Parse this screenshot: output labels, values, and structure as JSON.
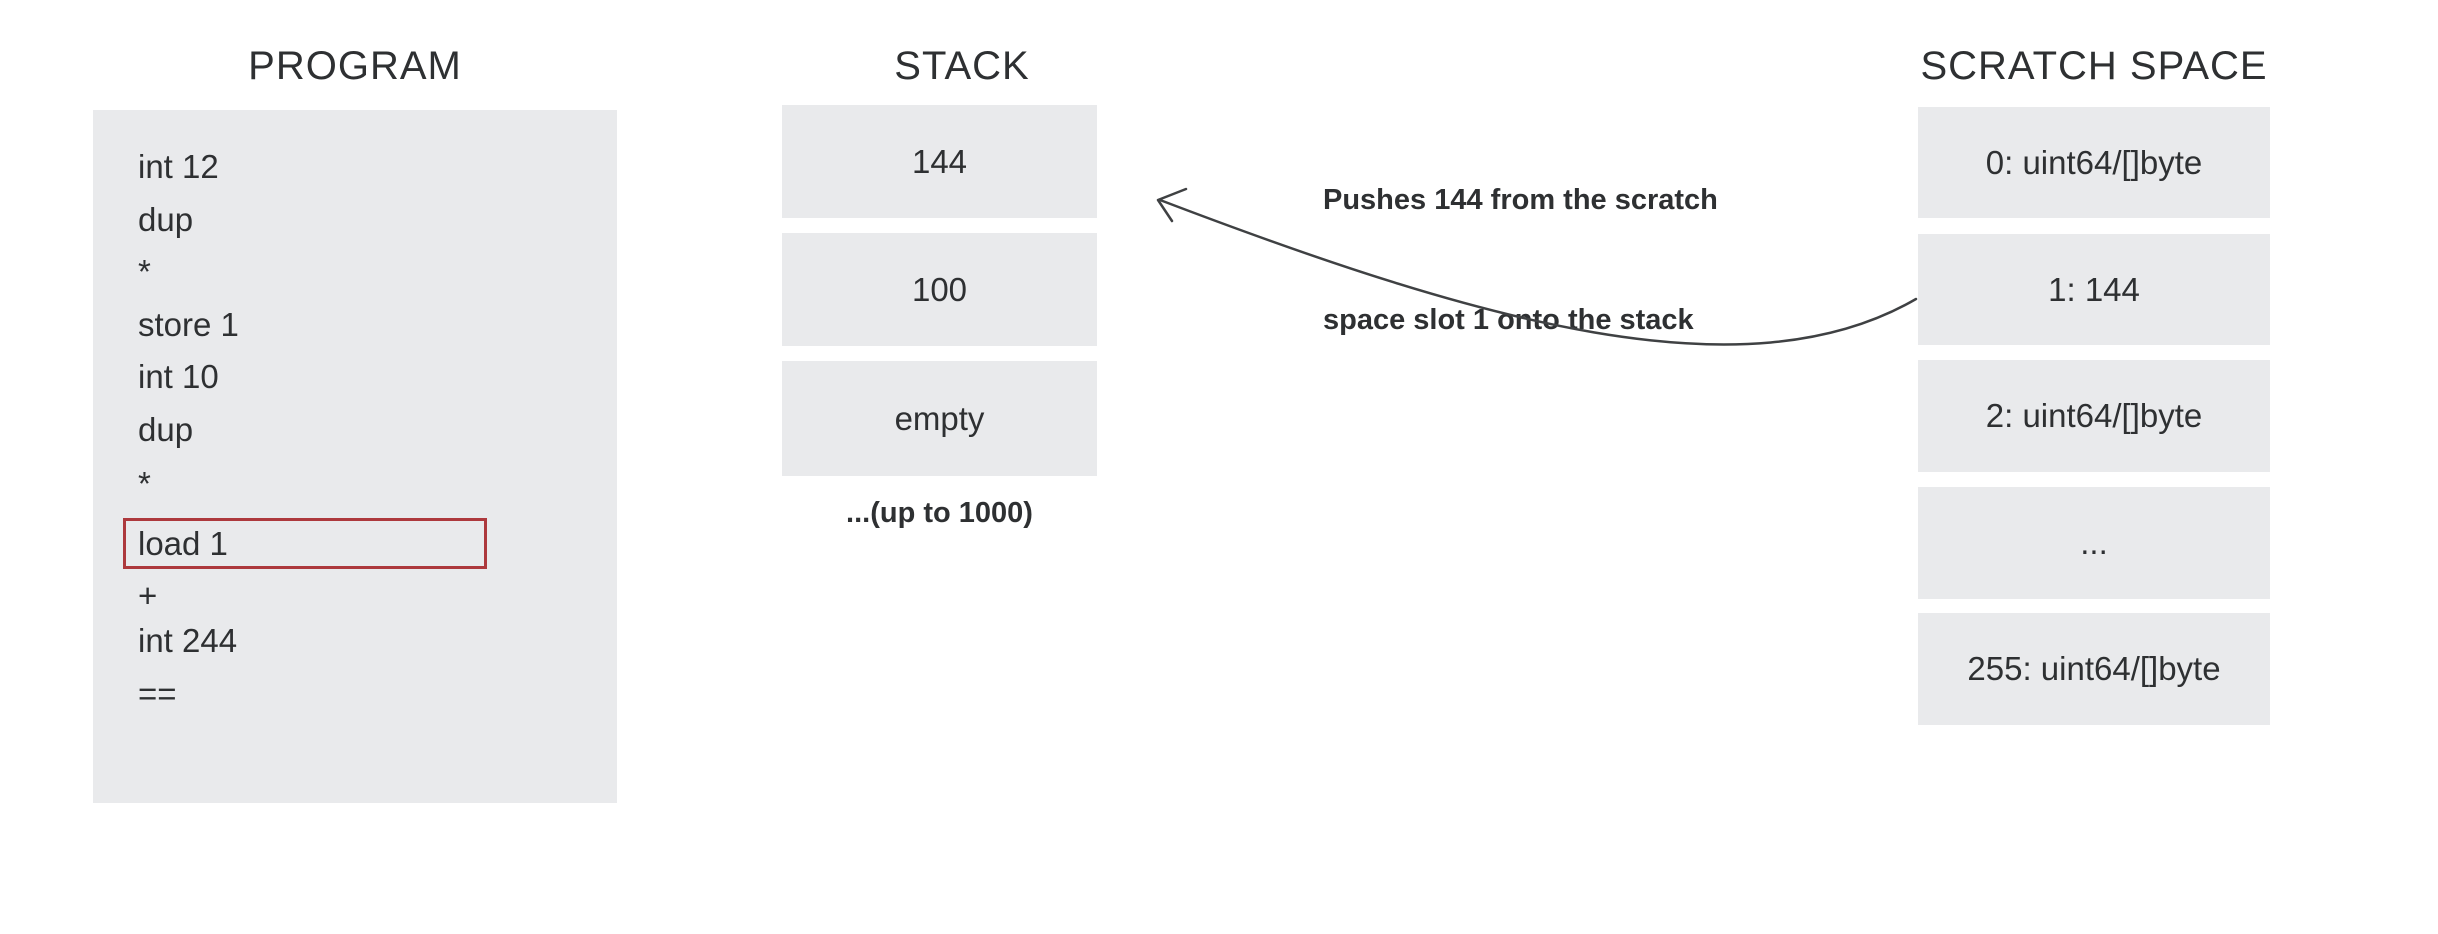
{
  "diagram": {
    "program": {
      "title": "PROGRAM",
      "lines": [
        "int 12",
        "dup",
        "*",
        "store 1",
        "int 10",
        "dup",
        "*",
        "load 1",
        "+",
        "int 244",
        "=="
      ],
      "highlighted_line": "load 1"
    },
    "stack": {
      "title": "STACK",
      "slots": [
        "144",
        "100",
        "empty"
      ],
      "capacity_note": "...(up to 1000)"
    },
    "scratch_space": {
      "title": "SCRATCH SPACE",
      "slots": [
        "0: uint64/[]byte",
        "1: 144",
        "2: uint64/[]byte",
        "...",
        "255: uint64/[]byte"
      ]
    },
    "annotation": {
      "line1": "Pushes 144 from the scratch",
      "line2": "space slot 1 onto the stack"
    },
    "colors": {
      "box_fill": "#e9eaec",
      "highlight_border": "#ad393d",
      "text": "#2e3032",
      "arrow": "#3f4143"
    }
  }
}
